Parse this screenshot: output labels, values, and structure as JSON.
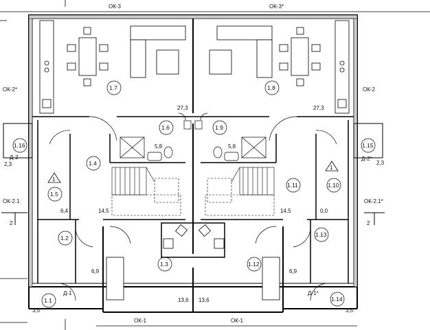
{
  "windows": {
    "top_left": "ОК-3",
    "top_right": "ОК-3*",
    "left": "ОК-2*",
    "right": "ОК-2",
    "bottom_left": "ОК-1",
    "bottom_right": "ОК-1",
    "side_left": "ОК-2.1",
    "side_right": "ОК-2.1*"
  },
  "doors": {
    "left_side": "Д-2",
    "right_side": "Д-2*",
    "bottom_left": "Д-1",
    "bottom_right": "Д-1*"
  },
  "section_marks": {
    "left": "2",
    "right": "2"
  },
  "rooms": [
    {
      "id": "1.1"
    },
    {
      "id": "1.2"
    },
    {
      "id": "1.3"
    },
    {
      "id": "1.4"
    },
    {
      "id": "1.5"
    },
    {
      "id": "1.6"
    },
    {
      "id": "1.7"
    },
    {
      "id": "1.8"
    },
    {
      "id": "1.9"
    },
    {
      "id": "1.10"
    },
    {
      "id": "1.11"
    },
    {
      "id": "1.12"
    },
    {
      "id": "1.13"
    },
    {
      "id": "1.14"
    },
    {
      "id": "1.15"
    },
    {
      "id": "1.16"
    }
  ],
  "areas": {
    "living_left": "27,3",
    "living_right": "27,3",
    "bath_left": "5,8",
    "bath_right": "5,8",
    "hall_left": "14,5",
    "hall_right": "14,5",
    "boiler_left": "6,4",
    "boiler_right": "0,0",
    "store_left": "6,9",
    "store_right": "6,9",
    "study_left": "13,6",
    "study_right": "13,6",
    "porch_left": "3,5",
    "porch_right": "3,5",
    "terrace_left": "2,3",
    "terrace_right": "2,3"
  },
  "stair_markers": {
    "left": "1",
    "right": "1"
  }
}
